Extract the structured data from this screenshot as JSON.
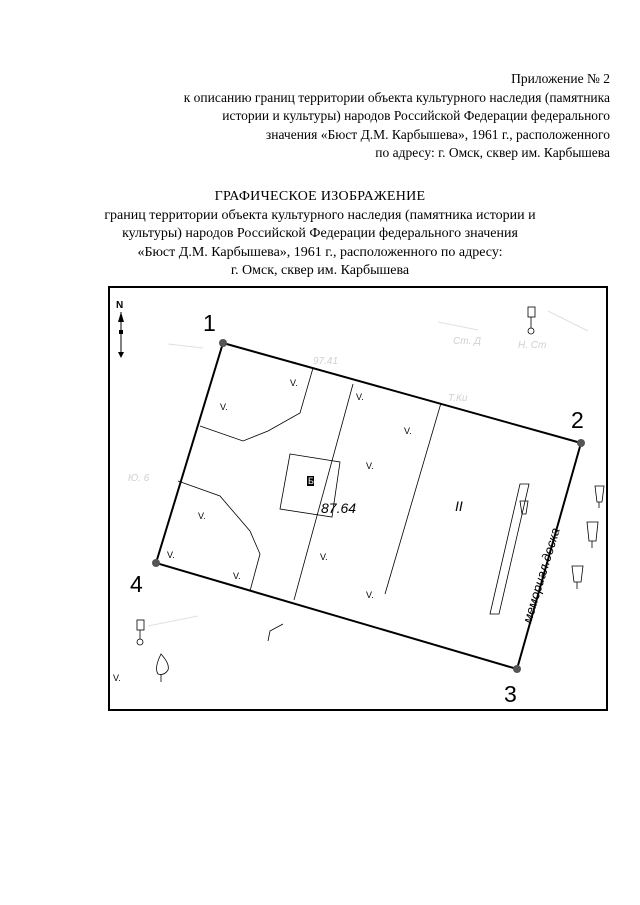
{
  "appendix": {
    "lines": [
      "Приложение № 2",
      "к описанию границ территории объекта культурного наследия (памятника",
      "истории и культуры) народов Российской Федерации федерального",
      "значения «Бюст Д.М. Карбышева», 1961 г., расположенного",
      "по адресу: г. Омск, сквер им. Карбышева"
    ]
  },
  "heading": {
    "title": "ГРАФИЧЕСКОЕ ИЗОБРАЖЕНИЕ",
    "lines": [
      "границ территории объекта культурного наследия (памятника истории и",
      "культуры) народов Российской Федерации федерального значения",
      "«Бюст Д.М. Карбышева», 1961 г., расположенного по адресу:",
      "г. Омск, сквер им. Карбышева"
    ]
  },
  "map": {
    "north_label": "N",
    "points": [
      {
        "label": "1"
      },
      {
        "label": "2"
      },
      {
        "label": "3"
      },
      {
        "label": "4"
      }
    ],
    "area_label": "87.64",
    "zone_label": "II",
    "memorial_label": "мемориал.доска",
    "vegetation_symbol": "V.",
    "monument_symbol": "Б",
    "faint_labels": [
      "97.41",
      "Ст. Д",
      "Н. Ст",
      "Ю. 6",
      "Т.Ки"
    ],
    "colors": {
      "boundary": "#000000",
      "point": "#555555",
      "background": "#ffffff"
    }
  }
}
